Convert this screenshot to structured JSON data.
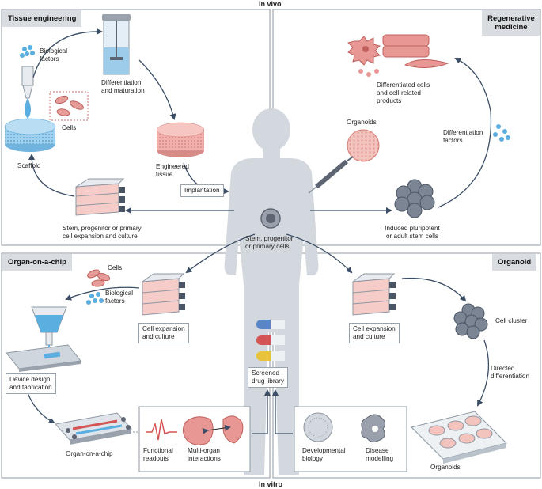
{
  "headers": {
    "top": "In vivo",
    "bottom": "In vitro"
  },
  "panels": {
    "tissue_engineering": "Tissue engineering",
    "regenerative_medicine": "Regenerative\nmedicine",
    "organ_on_chip": "Organ-on-a-chip",
    "organoid": "Organoid"
  },
  "labels": {
    "biological_factors_top": "Biological\nfactors",
    "cells_top": "Cells",
    "scaffold": "Scaffold",
    "differentiation_maturation": "Differentiation\nand maturation",
    "engineered_tissue": "Engineered\ntissue",
    "implantation": "Implantation",
    "stem_expansion": "Stem, progenitor or primary\ncell expansion and culture",
    "differentiated_cells": "Differentiated cells\nand cell-related\nproducts",
    "organoids_top": "Organoids",
    "differentiation_factors": "Differentiation\nfactors",
    "ipsc": "Induced pluripotent\nor adult stem cells",
    "stem_center": "Stem, progenitor\nor primary cells",
    "cells_bottom": "Cells",
    "biological_factors_bottom": "Biological\nfactors",
    "cell_expansion_left": "Cell expansion\nand culture",
    "device_design": "Device design\nand fabrication",
    "organ_on_chip_label": "Organ-on-a-chip",
    "functional_readouts": "Functional\nreadouts",
    "multi_organ": "Multi-organ\ninteractions",
    "screened_drug": "Screened\ndrug library",
    "cell_expansion_right": "Cell expansion\nand culture",
    "cell_cluster": "Cell cluster",
    "directed_differentiation": "Directed\ndifferentiation",
    "developmental_biology": "Developmental\nbiology",
    "disease_modelling": "Disease\nmodelling",
    "organoids_bottom": "Organoids"
  },
  "colors": {
    "panel_border": "#8e98a3",
    "arrow": "#3c4e66",
    "human": "#d3d8de",
    "tissue_pink": "#e39a9a",
    "scaffold_blue": "#8fc6e6",
    "factor_blue": "#5aaee0",
    "tag_bg": "#d9dde2"
  }
}
